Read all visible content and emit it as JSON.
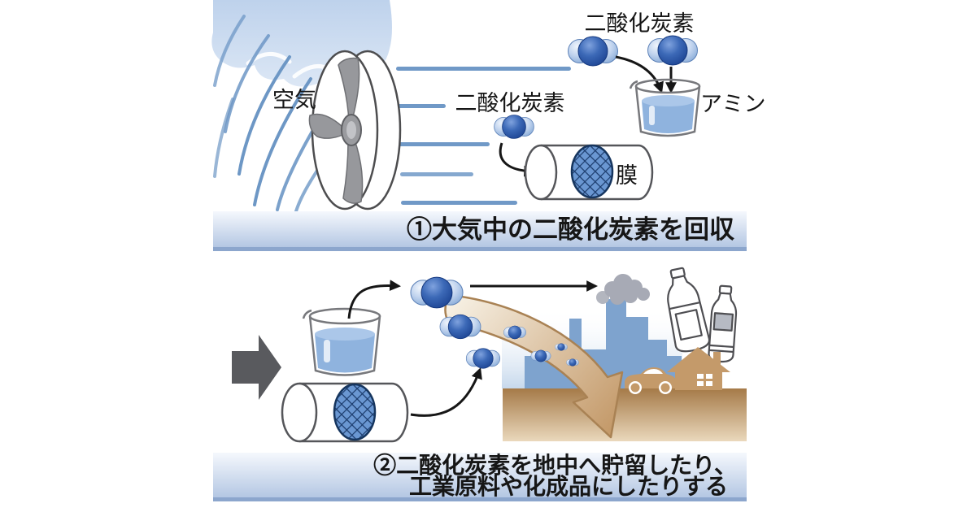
{
  "panel1": {
    "air_label": "空気",
    "co2_label_top": "二酸化炭素",
    "co2_label_mid": "二酸化炭素",
    "amine_label": "アミン",
    "membrane_label": "膜",
    "caption": "①大気中の二酸化炭素を回収"
  },
  "panel2": {
    "caption_line1": "②二酸化炭素を地中へ貯留したり、",
    "caption_line2": "工業原料や化成品にしたりする"
  },
  "icons": {
    "fan": "intake-fan",
    "cloud": "air-cloud",
    "co2_molecule": "three-sphere CO2 molecule",
    "beaker": "amine-liquid-beaker",
    "membrane_tube": "membrane-filter-tube",
    "block_arrow": "process-step-arrow",
    "storage_arrow": "underground-storage-arrow",
    "city": "city-skyline",
    "smoke": "smoke-plume",
    "bottles": "plastic-bottles",
    "house": "house-silhouette",
    "car": "car-silhouette",
    "ground": "underground-layer"
  },
  "colors": {
    "banner_top": "#f3f7fc",
    "banner_bottom": "#b4c7e3",
    "banner_border": "#8ca6cd",
    "molecule_dark": "#2a55a5",
    "molecule_light": "#9db9e2",
    "wind_line": "#7099c7",
    "mesh_blue": "#6a97d2",
    "mesh_grid": "#1c3c6d",
    "skyline_blue": "#7ea3ce",
    "smoke_gray": "#a7aab5",
    "ground_dark": "#a57a48",
    "ground_light": "#ead8bc",
    "tan_arrow_fill": "#c9a473",
    "tan_arrow_edge": "#a98254",
    "brown_buildings": "#c49a6a",
    "fan_gray": "#97989c",
    "block_arrow_gray": "#595a5e"
  }
}
